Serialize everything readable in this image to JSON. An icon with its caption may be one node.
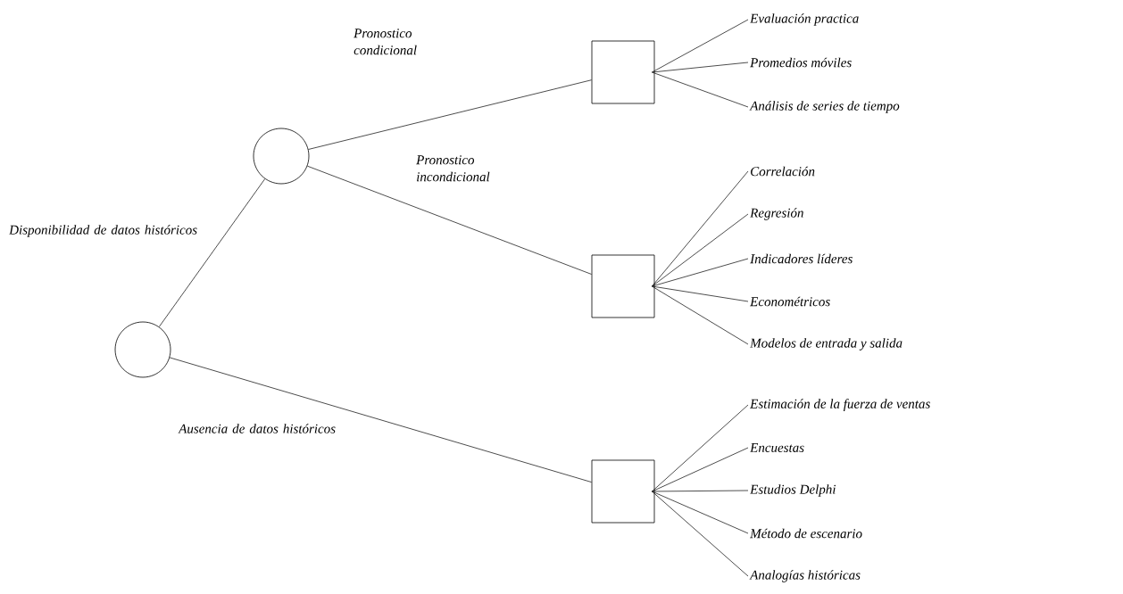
{
  "diagram": {
    "nodes": [
      {
        "text": [],
        "shape": "circle"
      },
      {
        "text": [],
        "shape": "circle"
      },
      {
        "text": [],
        "shape": "box"
      },
      {
        "text": [
          "Evaluación practica"
        ]
      },
      {
        "text": [
          "Promedios móviles"
        ]
      },
      {
        "text": [
          "Análisis de series de tiempo"
        ]
      },
      {
        "text": [],
        "shape": "box"
      },
      {
        "text": [
          "Correlación"
        ]
      },
      {
        "text": [
          "Regresión"
        ]
      },
      {
        "text": [
          "Indicadores líderes"
        ]
      },
      {
        "text": [
          "Econométricos"
        ]
      },
      {
        "text": [
          "Modelos de entrada y salida"
        ]
      },
      {
        "text": [],
        "shape": "box"
      },
      {
        "text": [
          "Estimación de la fuerza de ventas"
        ]
      },
      {
        "text": [
          "Encuestas"
        ]
      },
      {
        "text": [
          "Estudios Delphi"
        ]
      },
      {
        "text": [
          "Método de escenario"
        ]
      },
      {
        "text": [
          "Analogías históricas"
        ]
      }
    ],
    "edges": [
      {
        "from": 0,
        "to": 1,
        "arrow": "none",
        "label": "Disponibilidad de datos históricos"
      },
      {
        "from": 1,
        "to": 2,
        "arrow": "none",
        "label": "Pronostico condicional"
      },
      {
        "from": 1,
        "to": 6,
        "arrow": "none",
        "label": "Pronostico incondicional"
      },
      {
        "from": 0,
        "to": 12,
        "arrow": "none",
        "label": "Ausencia de datos históricos"
      },
      {
        "from": 2,
        "to": 3,
        "arrow": "none"
      },
      {
        "from": 2,
        "to": 4,
        "arrow": "none"
      },
      {
        "from": 2,
        "to": 5,
        "arrow": "none"
      },
      {
        "from": 6,
        "to": 7,
        "arrow": "none"
      },
      {
        "from": 6,
        "to": 8,
        "arrow": "none"
      },
      {
        "from": 6,
        "to": 9,
        "arrow": "none"
      },
      {
        "from": 6,
        "to": 10,
        "arrow": "none"
      },
      {
        "from": 6,
        "to": 11,
        "arrow": "none"
      },
      {
        "from": 12,
        "to": 13,
        "arrow": "none"
      },
      {
        "from": 12,
        "to": 14,
        "arrow": "none"
      },
      {
        "from": 12,
        "to": 15,
        "arrow": "none"
      },
      {
        "from": 12,
        "to": 16,
        "arrow": "none"
      },
      {
        "from": 12,
        "to": 17,
        "arrow": "none"
      }
    ]
  }
}
